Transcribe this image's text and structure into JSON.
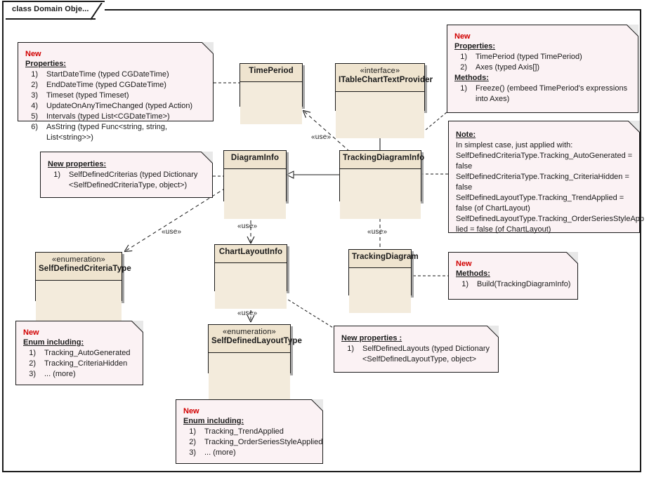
{
  "diagram": {
    "frame_tab_label": "class Domain Obje...",
    "colors": {
      "class_fill_header": "#efe4cf",
      "class_fill_body": "#f3ebdc",
      "note_fill": "#fbf2f4",
      "line": "#1a1a1a",
      "new_label": "#d10000"
    }
  },
  "classes": [
    {
      "id": "time-period",
      "stereotype": "",
      "name": "TimePeriod"
    },
    {
      "id": "itablecharttextprovider",
      "stereotype": "«interface»",
      "name": "ITableChartTextProvider"
    },
    {
      "id": "diagram-info",
      "stereotype": "",
      "name": "DiagramInfo"
    },
    {
      "id": "tracking-diagram-info",
      "stereotype": "",
      "name": "TrackingDiagramInfo"
    },
    {
      "id": "self-defined-criteria-type",
      "stereotype": "«enumeration»",
      "name": "SelfDefinedCriteriaType"
    },
    {
      "id": "chart-layout-info",
      "stereotype": "",
      "name": "ChartLayoutInfo"
    },
    {
      "id": "tracking-diagram",
      "stereotype": "",
      "name": "TrackingDiagram"
    },
    {
      "id": "self-defined-layout-type",
      "stereotype": "«enumeration»",
      "name": "SelfDefinedLayoutType"
    }
  ],
  "notes": {
    "time_period_note": {
      "new": "New",
      "heading": "Properties:",
      "items": [
        {
          "num": "1)",
          "text": "StartDateTime (typed CGDateTime)"
        },
        {
          "num": "2)",
          "text": "EndDateTime (typed CGDateTime)"
        },
        {
          "num": "3)",
          "text": "Timeset (typed Timeset)"
        },
        {
          "num": "4)",
          "text": "UpdateOnAnyTimeChanged (typed Action)"
        },
        {
          "num": "5)",
          "text": "Intervals (typed List<CGDateTime>)"
        },
        {
          "num": "6)",
          "text": "AsString (typed Func<string, string, List<string>>)"
        }
      ]
    },
    "tracking_diagram_info_note": {
      "new": "New",
      "heading": "Properties:",
      "items": [
        {
          "num": "1)",
          "text": "TimePeriod (typed TimePeriod)"
        },
        {
          "num": "2)",
          "text": "Axes (typed Axis[])"
        }
      ],
      "heading2": "Methods:",
      "items2": [
        {
          "num": "1)",
          "text": "Freeze() (embeed TimePeriod's expressions\ninto Axes)"
        }
      ]
    },
    "simplest_case_note": {
      "heading": "Note:",
      "lines": [
        "In simplest case, just applied with:",
        "SelfDefinedCriteriaType.Tracking_AutoGenerated =",
        "false",
        "SelfDefinedCriteriaType.Tracking_CriteriaHidden =",
        "false",
        "SelfDefinedLayoutType.Tracking_TrendApplied =",
        "false (of ChartLayout)",
        "SelfDefinedLayoutType.Tracking_OrderSeriesStyleApp",
        "lied = false (of ChartLayout)"
      ]
    },
    "diagram_info_note": {
      "heading": "New properties:",
      "items": [
        {
          "num": "1)",
          "text": "SelfDefinedCriterias (typed Dictionary\n<SelfDefinedCriteriaType, object>)"
        }
      ]
    },
    "criteria_enum_note": {
      "new": "New",
      "heading": "Enum including:",
      "items": [
        {
          "num": "1)",
          "text": "Tracking_AutoGenerated"
        },
        {
          "num": "2)",
          "text": "Tracking_CriteriaHidden"
        },
        {
          "num": "3)",
          "text": "... (more)"
        }
      ]
    },
    "layout_enum_note": {
      "new": "New",
      "heading": "Enum including:",
      "items": [
        {
          "num": "1)",
          "text": "Tracking_TrendApplied"
        },
        {
          "num": "2)",
          "text": "Tracking_OrderSeriesStyleApplied"
        },
        {
          "num": "3)",
          "text": "... (more)"
        }
      ]
    },
    "tracking_diagram_note": {
      "new": "New",
      "heading": "Methods:",
      "items": [
        {
          "num": "1)",
          "text": "Build(TrackingDiagramInfo)"
        }
      ]
    },
    "chart_layout_note": {
      "heading": "New properties :",
      "items": [
        {
          "num": "1)",
          "text": "SelfDefinedLayouts (typed Dictionary\n<SelfDefinedLayoutType, object>"
        }
      ]
    }
  },
  "edge_labels": {
    "use_timeperiod": "«use»",
    "use_criteria": "«use»",
    "use_chartlayout": "«use»",
    "use_trackingdiagram": "«use»",
    "use_layouttype": "«use»"
  }
}
